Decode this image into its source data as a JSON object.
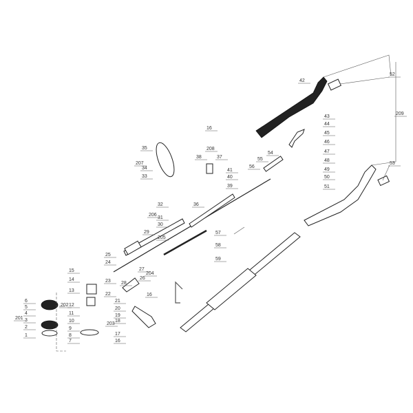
{
  "diagram": {
    "type": "exploded parts diagram",
    "part_labels": [
      "1",
      "2",
      "3",
      "4",
      "5",
      "6",
      "7",
      "8",
      "9",
      "10",
      "11",
      "12",
      "13",
      "14",
      "15",
      "16",
      "16",
      "16",
      "17",
      "18",
      "19",
      "20",
      "21",
      "22",
      "23",
      "24",
      "25",
      "26",
      "27",
      "28",
      "29",
      "30",
      "31",
      "32",
      "33",
      "34",
      "35",
      "36",
      "37",
      "38",
      "39",
      "40",
      "41",
      "42",
      "43",
      "44",
      "45",
      "46",
      "47",
      "48",
      "49",
      "50",
      "51",
      "52",
      "53",
      "54",
      "55",
      "56",
      "57",
      "58",
      "59",
      "201",
      "202",
      "203",
      "204",
      "205",
      "206",
      "207",
      "208",
      "209"
    ],
    "colors": {
      "line": "#333333",
      "background": "#ffffff"
    }
  }
}
